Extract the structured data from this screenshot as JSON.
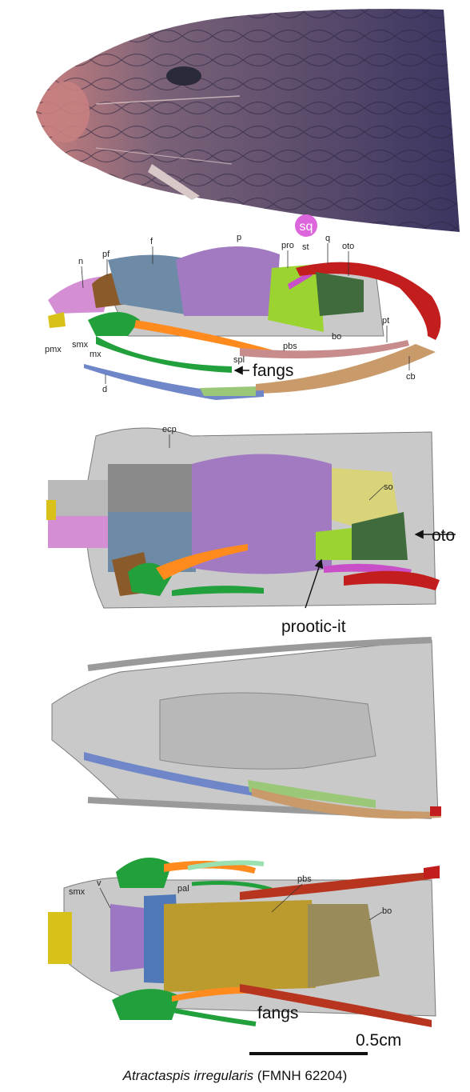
{
  "colors": {
    "nasal": "#d48ed3",
    "prefrontal": "#8a5a2a",
    "frontal": "#6d8aa6",
    "parietal": "#a27ac2",
    "prootic": "#9bd330",
    "supratemporal": "#c94fc8",
    "quadrate": "#c21e1e",
    "otoccipital": "#3f6b3d",
    "premaxilla": "#d8c21a",
    "maxilla": "#22a03c",
    "palatine": "#ff8a1e",
    "pterygoid": "#c98c8c",
    "compound": "#c99a6a",
    "dentary": "#6f86c8",
    "splenial": "#9ac878",
    "supraoccipital": "#d9d47a",
    "parabasisphenoid": "#bb9a2e",
    "basioccipital": "#9a8c5a",
    "vomer": "#9c78c4",
    "ectopterygoid": "#d9d9d9",
    "sq_badge": "#dd66dd"
  },
  "lateral": {
    "labels": {
      "n": "n",
      "pf": "pf",
      "f": "f",
      "p": "p",
      "pro": "pro",
      "st": "st",
      "q": "q",
      "oto": "oto",
      "pt": "pt",
      "bo": "bo",
      "pbs": "pbs",
      "cb": "cb",
      "spl": "spl",
      "pmx": "pmx",
      "smx": "smx",
      "mx": "mx",
      "d": "d"
    },
    "sq_badge": "sq",
    "fangs": "fangs"
  },
  "dorsal": {
    "ecp": "ecp",
    "so": "so",
    "oto": "oto",
    "prootic": "prootic-it"
  },
  "ventral_colored": {
    "smx": "smx",
    "v": "v",
    "pal": "pal",
    "pbs": "pbs",
    "bo": "bo",
    "fangs": "fangs"
  },
  "scale_bar": "0.5cm",
  "caption": {
    "species": "Atractaspis irregularis",
    "specimen": "(FMNH 62204)"
  }
}
